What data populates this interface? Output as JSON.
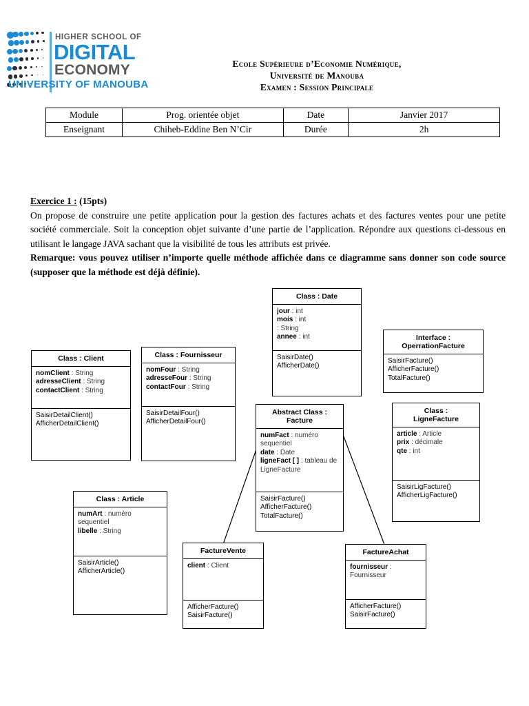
{
  "logo": {
    "line1": "HIGHER SCHOOL OF",
    "line2": "DIGITAL",
    "line3": "ECONOMY",
    "line4": "UNIVERSITY OF MANOUBA",
    "blue": "#1b8ad4",
    "grey": "#59595b"
  },
  "header": {
    "line1": "Ecole Supérieure d’Economie Numérique,",
    "line2": "Université de Manouba",
    "line3": "Examen : Session Principale"
  },
  "info_table": {
    "rows": [
      {
        "label": "Module",
        "value": "Prog. orientée objet",
        "label2": "Date",
        "value2": "Janvier 2017"
      },
      {
        "label": "Enseignant",
        "value": "Chiheb-Eddine Ben N’Cir",
        "label2": "Durée",
        "value2": "2h"
      }
    ]
  },
  "exercise": {
    "title": "Exercice 1 :",
    "points": "(15pts)",
    "paragraph": "On propose de construire une petite application pour la gestion des factures achats et des factures ventes pour une petite société commerciale. Soit la conception objet suivante d’une partie de l’application. Répondre aux questions ci-dessous en utilisant le langage JAVA sachant que la visibilité de tous les attributs est privée.",
    "remark": "Remarque: vous pouvez utiliser n’importe quelle méthode affichée dans ce diagramme sans donner son code source (supposer que la méthode est déjà définie)."
  },
  "uml": {
    "date": {
      "title": "Class : Date",
      "attributes": "jour : int\nmois : int\n : String\nannee : int",
      "operations": "SaisirDate()\nAfficherDate()"
    },
    "client": {
      "title": "Class : Client",
      "attributes": "nomClient : String\nadresseClient : String\ncontactClient : String",
      "operations": "SaisirDetailClient()\nAfficherDetailClient()"
    },
    "fournisseur": {
      "title": "Class : Fournisseur",
      "attributes": "nomFour : String\nadresseFour : String\ncontactFour : String",
      "operations": "SaisirDetailFour()\nAfficherDetailFour()"
    },
    "operration": {
      "title": "Interface :\nOperrationFacture",
      "operations": "SaisirFacture()\nAfficherFacture()\nTotalFacture()"
    },
    "facture": {
      "title": "Abstract Class :\nFacture",
      "attributes": "numFact : numéro sequentiel\ndate : Date\nligneFact [ ] : tableau de LigneFacture",
      "operations": "SaisirFacture()\nAfficherFacture()\nTotalFacture()"
    },
    "lignefacture": {
      "title": "Class :\nLigneFacture",
      "attributes": "article : Article\nprix : décimale\nqte : int",
      "operations": "SaisirLigFacture()\nAfficherLigFacture()"
    },
    "article": {
      "title": "Class : Article",
      "attributes": "numArt : numéro sequentiel\nlibelle : String",
      "operations": "SaisirArticle()\nAfficherArticle()"
    },
    "facturevente": {
      "title": "FactureVente",
      "attributes": "client  : Client",
      "operations": "AfficherFacture()\nSaisirFacture()"
    },
    "factureachat": {
      "title": "FactureAchat",
      "attributes": "fournisseur :\nFournisseur",
      "operations": "AfficherFacture()\nSaisirFacture()"
    }
  }
}
